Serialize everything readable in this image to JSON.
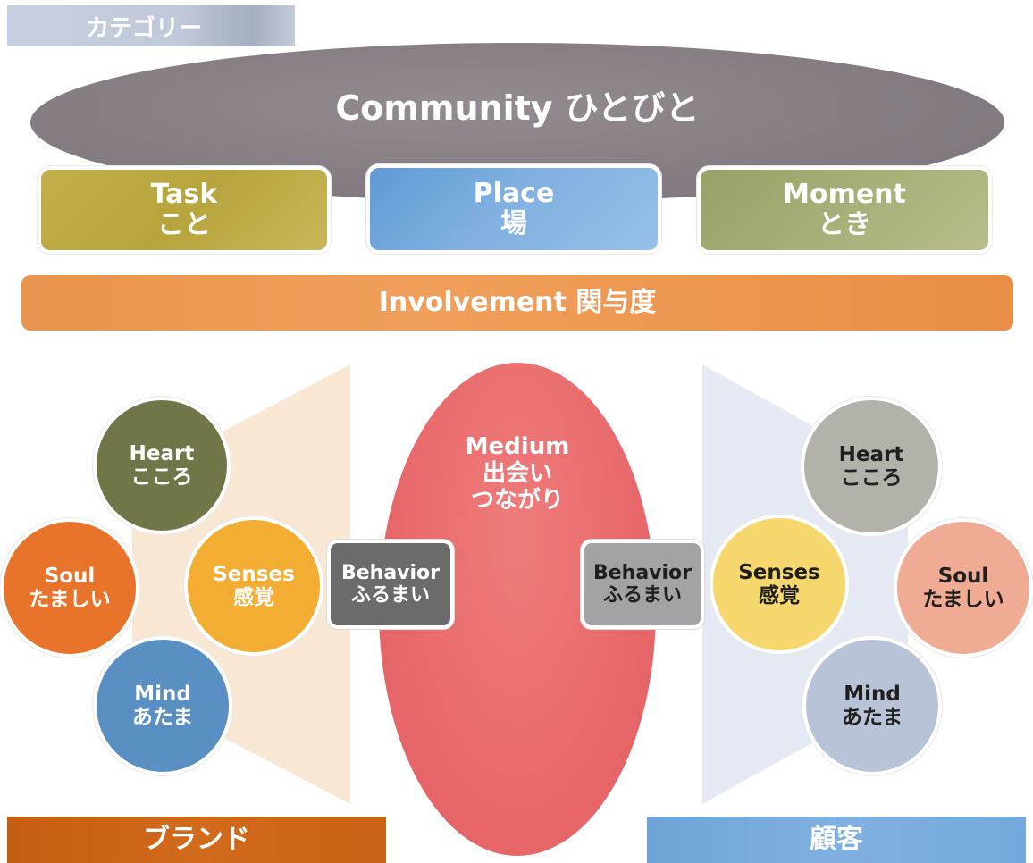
{
  "category": "カテゴリー",
  "community": "Community ひとびと",
  "boxes": {
    "task": {
      "en": "Task",
      "jp": "こと"
    },
    "place": {
      "en": "Place",
      "jp": "場"
    },
    "moment": {
      "en": "Moment",
      "jp": "とき"
    }
  },
  "involvement": "Involvement 関与度",
  "medium": {
    "en": "Medium",
    "jp1": "出会い",
    "jp2": "つながり"
  },
  "brand": {
    "heart": {
      "en": "Heart",
      "jp": "こころ"
    },
    "soul": {
      "en": "Soul",
      "jp": "たましい"
    },
    "mind": {
      "en": "Mind",
      "jp": "あたま"
    },
    "senses": {
      "en": "Senses",
      "jp": "感覚"
    },
    "behavior": {
      "en": "Behavior",
      "jp": "ふるまい"
    },
    "label": "ブランド"
  },
  "customer": {
    "heart": {
      "en": "Heart",
      "jp": "こころ"
    },
    "soul": {
      "en": "Soul",
      "jp": "たましい"
    },
    "mind": {
      "en": "Mind",
      "jp": "あたま"
    },
    "senses": {
      "en": "Senses",
      "jp": "感覚"
    },
    "behavior": {
      "en": "Behavior",
      "jp": "ふるまい"
    },
    "label": "顧客"
  }
}
